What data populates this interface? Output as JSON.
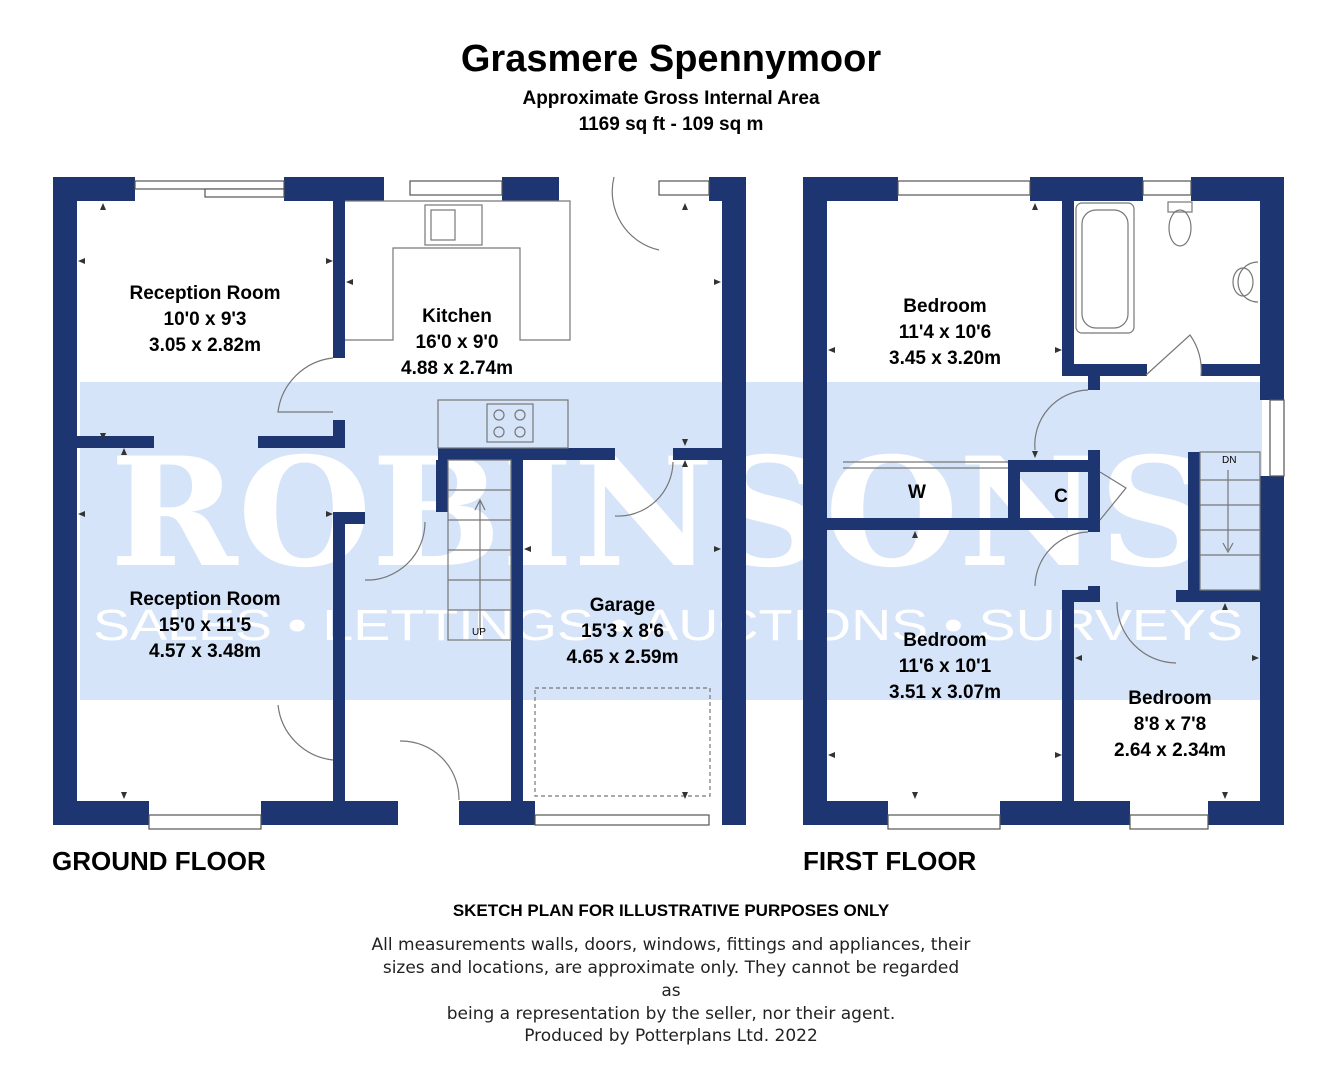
{
  "title": "Grasmere Spennymoor",
  "subtitle": "Approximate Gross Internal Area",
  "area": "1169 sq ft - 109 sq m",
  "watermark": {
    "brand": "ROBINSONS",
    "tagline": "SALES • LETTINGS • AUCTIONS • SURVEYS"
  },
  "colors": {
    "wall": "#1d3672",
    "band": "#d6e4f9"
  },
  "ground_floor": {
    "label": "GROUND FLOOR",
    "rooms": [
      {
        "name": "Reception Room",
        "imperial": "10'0 x 9'3",
        "metric": "3.05 x 2.82m"
      },
      {
        "name": "Kitchen",
        "imperial": "16'0 x 9'0",
        "metric": "4.88 x 2.74m"
      },
      {
        "name": "Reception Room",
        "imperial": "15'0 x 11'5",
        "metric": "4.57 x 3.48m"
      },
      {
        "name": "Garage",
        "imperial": "15'3 x 8'6",
        "metric": "4.65 x 2.59m"
      }
    ],
    "stairs_label": "UP"
  },
  "first_floor": {
    "label": "FIRST FLOOR",
    "rooms": [
      {
        "name": "Bedroom",
        "imperial": "11'4 x 10'6",
        "metric": "3.45 x 3.20m"
      },
      {
        "name": "Bedroom",
        "imperial": "11'6 x 10'1",
        "metric": "3.51 x 3.07m"
      },
      {
        "name": "Bedroom",
        "imperial": "8'8 x 7'8",
        "metric": "2.64 x 2.34m"
      }
    ],
    "wardrobe_label": "W",
    "cupboard_label": "C",
    "stairs_label": "DN"
  },
  "disclaimer": {
    "heading": "SKETCH PLAN FOR ILLUSTRATIVE PURPOSES ONLY",
    "line1": "All measurements walls, doors, windows, fittings and appliances, their",
    "line2": "sizes and locations, are approximate only. They cannot be regarded as",
    "line3": "being a representation by the seller, nor their agent."
  },
  "produced_by": "Produced by Potterplans Ltd. 2022"
}
